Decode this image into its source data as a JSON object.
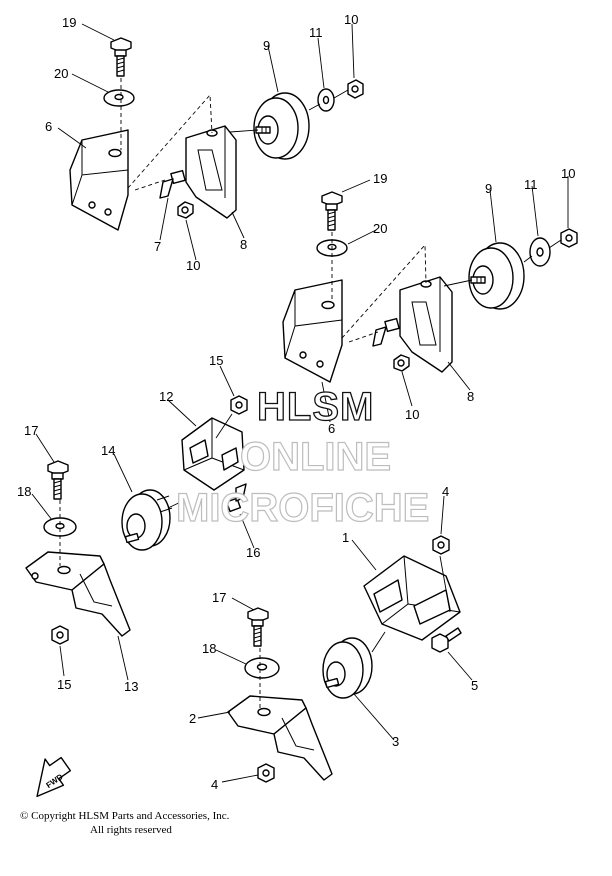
{
  "callouts": {
    "a19": "19",
    "a20": "20",
    "a6": "6",
    "a9": "9",
    "a11": "11",
    "a10": "10",
    "a7": "7",
    "a10b": "10",
    "a8": "8",
    "b19": "19",
    "b20": "20",
    "b9": "9",
    "b11": "11",
    "b10": "10",
    "b8": "8",
    "b10b": "10",
    "b6": "6",
    "c15": "15",
    "c12": "12",
    "c17": "17",
    "c14": "14",
    "c18": "18",
    "c16": "16",
    "c15b": "15",
    "c13": "13",
    "d4": "4",
    "d1": "1",
    "d17": "17",
    "d18": "18",
    "d5": "5",
    "d2": "2",
    "d3": "3",
    "d4b": "4"
  },
  "watermark": {
    "line1": "HLSM",
    "line2": "ONLINE",
    "line3": "MICROFICHE"
  },
  "fwd_label": "FWD",
  "copyright": {
    "line1": "© Copyright HLSM Parts and Accessories, Inc.",
    "line2": "All rights reserved"
  }
}
